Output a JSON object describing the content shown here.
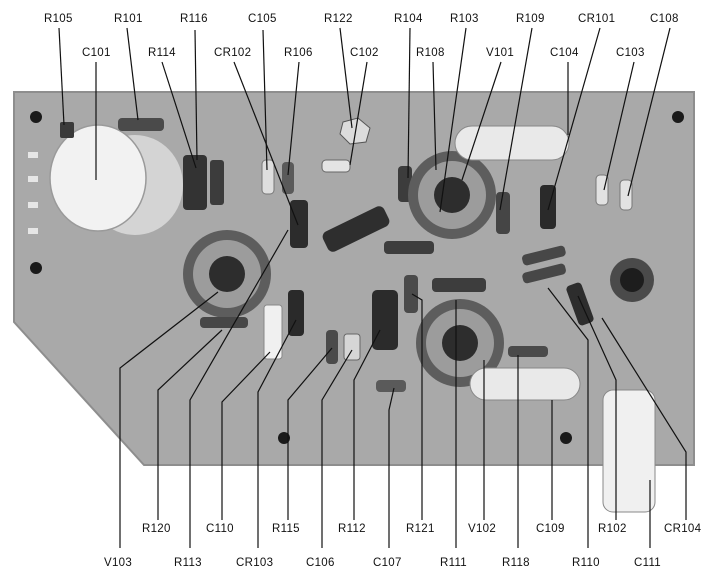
{
  "figure": {
    "kind": "annotated photograph of a printed circuit board",
    "colors": {
      "board": "#a9a9a9",
      "board_shadow": "#8e8e8e",
      "mount_hole": "#1a1a1a",
      "leader": "#111111",
      "label": "#111111"
    }
  },
  "labels_top": [
    "R105",
    "R101",
    "R116",
    "C105",
    "R122",
    "R104",
    "R103",
    "R109",
    "CR101",
    "C108",
    "C101",
    "R114",
    "CR102",
    "R106",
    "C102",
    "R108",
    "V101",
    "C104",
    "C103"
  ],
  "labels_bottom": [
    "R120",
    "C110",
    "R115",
    "R112",
    "R121",
    "V102",
    "C109",
    "R102",
    "CR104",
    "V103",
    "R113",
    "CR103",
    "C106",
    "C107",
    "R111",
    "R118",
    "R110",
    "C111"
  ]
}
